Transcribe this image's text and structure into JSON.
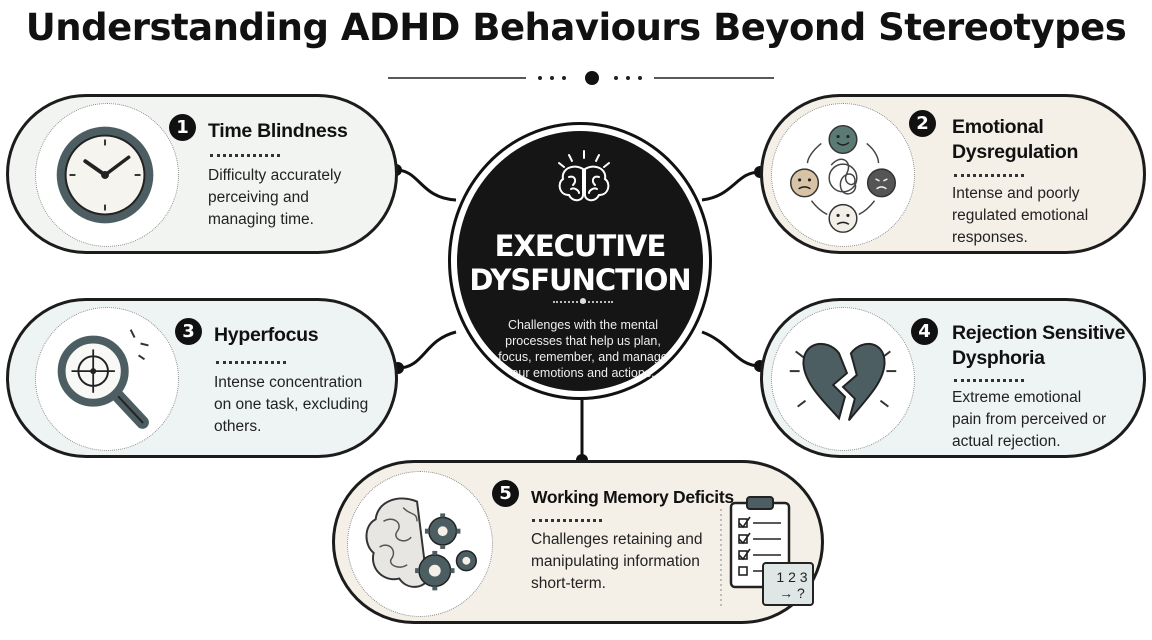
{
  "title": "Understanding ADHD Behaviours Beyond Stereotypes",
  "center": {
    "title_line1": "EXECUTIVE",
    "title_line2": "DYSFUNCTION",
    "description": "Challenges with the mental processes that help us plan, focus, remember, and manage our emotions and actions."
  },
  "behaviours": [
    {
      "number": "1",
      "title": "Time Blindness",
      "description": "Difficulty accurately perceiving and managing time.",
      "icon": "clock-icon"
    },
    {
      "number": "2",
      "title": "Emotional Dysregulation",
      "description": "Intense and poorly regulated emotional responses.",
      "icon": "emotion-cycle-icon"
    },
    {
      "number": "3",
      "title": "Hyperfocus",
      "description": "Intense concentration on one task, excluding others.",
      "icon": "magnifier-target-icon"
    },
    {
      "number": "4",
      "title": "Rejection Sensitive Dysphoria",
      "description": "Extreme emotional pain from perceived or actual rejection.",
      "icon": "broken-heart-icon"
    },
    {
      "number": "5",
      "title": "Working Memory Deficits",
      "description": "Challenges retaining and manipulating information short-term.",
      "icon": "brain-gears-icon"
    }
  ],
  "clipboard_text": {
    "line1": "1 2 3",
    "line2": "→ ?"
  },
  "colors": {
    "dark": "#111111",
    "card_neutral": "#f2f4f2",
    "card_beige": "#f4efe7",
    "icon_slate": "#4c5e62"
  }
}
